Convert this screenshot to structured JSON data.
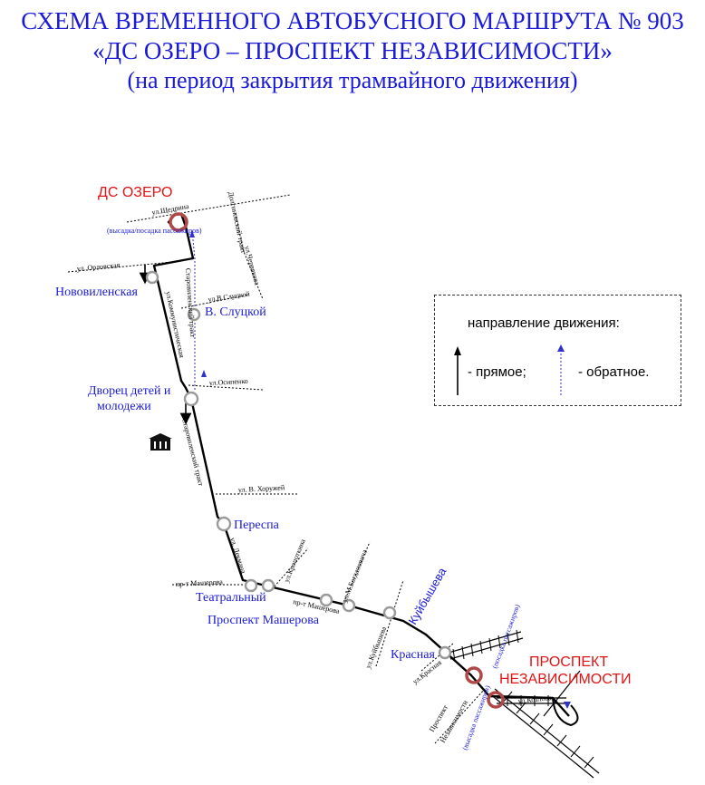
{
  "title": {
    "line1": "СХЕМА ВРЕМЕННОГО АВТОБУСНОГО МАРШРУТА № 903",
    "line2": "«ДС ОЗЕРО – ПРОСПЕКТ НЕЗАВИСИМОСТИ»",
    "line3": "(на период закрытия трамвайного движения)"
  },
  "terminals": {
    "start": "ДС ОЗЕРО",
    "start_note": "(высадка/посадка пассажиров)",
    "end_line1": "ПРОСПЕКТ",
    "end_line2": "НЕЗАВИСИМОСТИ",
    "end_note_board": "(посадка пассажиров)",
    "end_note_alight": "(высадка пассажиров)"
  },
  "stops": {
    "novovilenskaya": "Нововиленская",
    "v_slutskoy": "В. Слуцкой",
    "dvorets_line1": "Дворец детей и",
    "dvorets_line2": "молодежи",
    "perespa": "Переспа",
    "teatralny": "Театральный",
    "prospekt_masherova": "Проспект Машерова",
    "krasnaya": "Красная"
  },
  "streets": {
    "shchedrina": "ул.Щедрина",
    "orlovskaya": "ул. Орловская",
    "dolginovsky": "Долгиновский тракт",
    "chervyakova": "ул.Червякова",
    "starovilensky_upper": "Старовиленский тракт",
    "v_slutskoy": "ул.В.Слуцкой",
    "kommunisticheskaya": "ул.Коммунистическая",
    "osipenko": "ул.Осипенко",
    "starovilensky_lower": "Старовиленский тракт",
    "v_khoruzhey": "ул. В. Хоружей",
    "pereulok_dekmana": "ул. Декмана",
    "masherova_left": "пр-т Машерова",
    "kropotkina": "ул.Кропоткина",
    "bogdanovicha": "ул.М.Богдановича",
    "masherova_mid": "пр-т Машерова",
    "kuybysheva_blue": "Куйбышева",
    "kuybysheva_small": "ул.Куйбышева",
    "krasnaya_street": "ул.Красная",
    "prospekt_nez_line1": "Проспект",
    "prospekt_nez_line2": "Независимости",
    "kozlova": "ул.Козлова"
  },
  "legend": {
    "title": "направление движения:",
    "forward": "- прямое;",
    "reverse": "- обратное."
  },
  "colors": {
    "title_blue": "#1a1ad8",
    "terminal_red": "#e01414",
    "terminal_ring": "#b04848",
    "stop_gray": "#9a9a9a",
    "route_black": "#000000",
    "reverse_blue": "#3232c8"
  },
  "icons": {
    "museum": "building-icon",
    "direction": "arrow-icon"
  }
}
